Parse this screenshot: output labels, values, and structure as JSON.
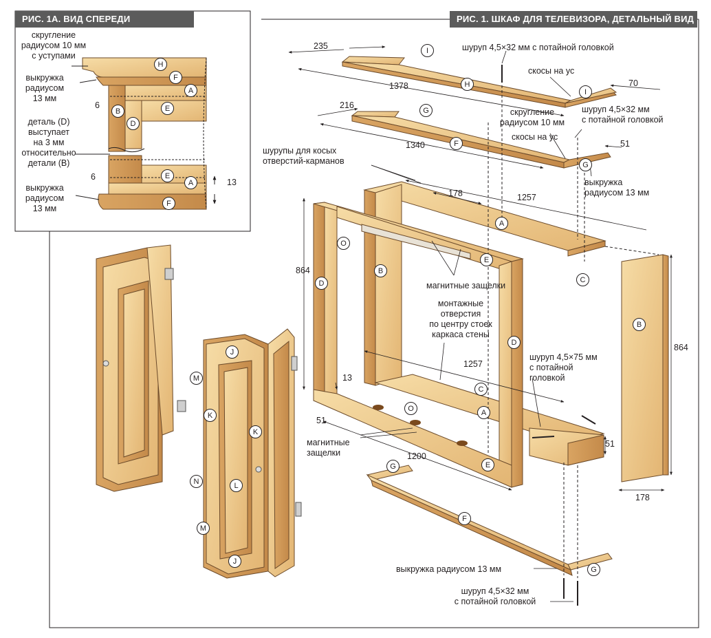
{
  "figure_main": {
    "title": "РИС. 1. ШКАФ ДЛЯ ТЕЛЕВИЗОРА, ДЕТАЛЬНЫЙ ВИД",
    "callouts": {
      "screw_top": "шуруп 4,5×32 мм с потайной головкой",
      "miter_top": "скосы на ус",
      "round_over": "скругление\nрадиусом 10 мм",
      "screw_right": "шуруп 4,5×32 мм\nс потайной головкой",
      "miter_mid": "скосы на ус",
      "cove_right": "выкружка\nрадиусом 13 мм",
      "pocket_screws": "шурупы для косых\nотверстий-карманов",
      "magnets_top": "магнитные защелки",
      "mount_holes": "монтажные\nотверстия\nпо центру стоек\nкаркаса стены",
      "screw_75": "шуруп 4,5×75 мм\nс потайной\nголовкой",
      "magnets_bottom": "магнитные\nзащелки",
      "cove_bottom": "выкружка радиусом 13 мм",
      "screw_bottom": "шуруп 4,5×32 мм\nс потайной головкой"
    },
    "dimensions": {
      "d235": "235",
      "d1378": "1378",
      "d70": "70",
      "d216": "216",
      "d1340": "1340",
      "d51_top": "51",
      "d178_top": "178",
      "d1257_top": "1257",
      "d864_left": "864",
      "d864_right": "864",
      "d1257_mid": "1257",
      "d13": "13",
      "d51_left": "51",
      "d1200": "1200",
      "d51_right": "51",
      "d178_side": "178"
    }
  },
  "figure_inset": {
    "title": "РИС. 1А. ВИД СПЕРЕДИ",
    "callouts": {
      "round_step": "скругление\nрадиусом 10 мм\nс уступами",
      "cove_top": "выкружка\nрадиусом\n13 мм",
      "detail_d": "деталь (D)\nвыступает\nна 3 мм\nотносительно\nдетали (B)",
      "cove_bottom": "выкружка\nрадиусом\n13 мм"
    },
    "dimensions": {
      "d6_top": "6",
      "d6_bottom": "6",
      "d13": "13"
    }
  },
  "part_labels": {
    "A": "A",
    "B": "B",
    "C": "C",
    "D": "D",
    "E": "E",
    "F": "F",
    "G": "G",
    "H": "H",
    "I": "I",
    "J": "J",
    "K": "K",
    "L": "L",
    "M": "M",
    "N": "N",
    "O": "O"
  },
  "colors": {
    "wood_light": "#f0cf95",
    "wood_mid": "#dfae68",
    "wood_dark": "#c48a4a",
    "header": "#5b5b5b",
    "panel_bg": "#ffffff"
  }
}
